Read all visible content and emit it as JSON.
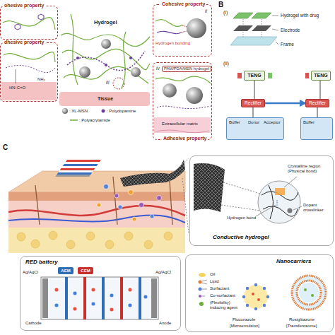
{
  "diagram": {
    "nodes": [
      {
        "text": [
          "ohesive property"
        ]
      },
      {
        "text": [
          "Cohesive property",
          "ii",
          "Hydrogen bonding"
        ]
      },
      {
        "text": [
          "dhesive property",
          "HN-C=O",
          "NH₂"
        ]
      },
      {
        "text": [
          "Adhesive property",
          "iv",
          "PAM/PDA/MSN hydrogel",
          "Extracellular matrix"
        ]
      },
      {
        "text": [
          "TENG"
        ]
      },
      {
        "text": [
          "TENG"
        ]
      },
      {
        "text": [
          "Rectifier"
        ]
      },
      {
        "text": [
          "Rectifier"
        ]
      },
      {
        "text": [
          "Buffer",
          "Donor",
          "Acceptor"
        ]
      },
      {
        "text": [
          "Buffer"
        ]
      },
      {
        "text": [
          "Conductive hydrogel",
          "Crystalline region (Physical bond)",
          "Hydrogen bond",
          "Dopant crosslinker"
        ]
      },
      {
        "text": [
          "RED battery",
          "Ag/AgCl",
          "Ag/AgCl",
          "Cathode",
          "Anode"
        ]
      },
      {
        "text": [
          "AEM"
        ],
        "in": 11
      },
      {
        "text": [
          "CEM"
        ],
        "in": 11
      },
      {
        "text": [
          "Nanocarriers",
          "Oil",
          "Lipid",
          "Surfactant",
          "Co-surfactant",
          "(Flexibility) inducing agent",
          "Fluconazole",
          "[Microemulsion]",
          "Rosiglitazone",
          "[Transferosome]"
        ]
      }
    ],
    "edges": [
      {
        "from": 4,
        "to": 6,
        "arrow": "none"
      },
      {
        "from": 5,
        "to": 7,
        "arrow": "none"
      },
      {
        "from": 6,
        "to": 8,
        "arrow": "none"
      },
      {
        "from": 7,
        "to": 9,
        "arrow": "none"
      },
      {
        "from": 6,
        "to": 7,
        "arrow": "to"
      }
    ],
    "labels": [
      "Hydrogel",
      "iii",
      "Tissue",
      "B",
      "(i)",
      "Hydrogel with drug",
      "Electrode",
      "Frame",
      "(ii)",
      "C"
    ],
    "legend": [
      {
        "text": ": XL-MSN"
      },
      {
        "text": ": Polydopamine"
      },
      {
        "text": ": Polyacrylamide"
      }
    ]
  }
}
